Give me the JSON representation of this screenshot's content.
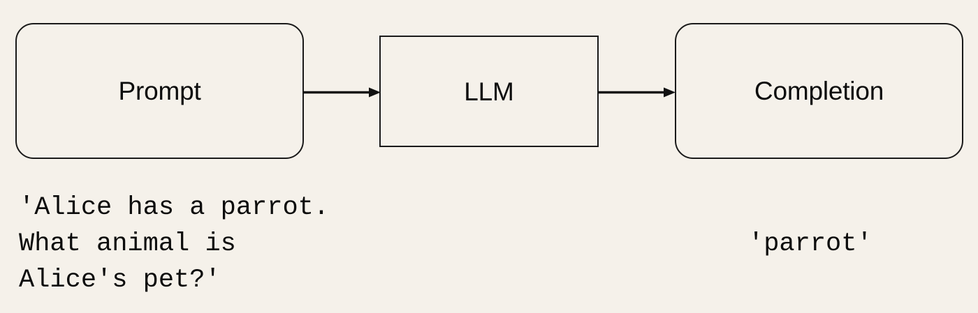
{
  "diagram": {
    "type": "flow",
    "background_color": "#f5f1ea",
    "line_color": "#1a1a1a",
    "text_color": "#0c0c0c",
    "nodes": [
      {
        "id": "prompt",
        "label": "Prompt",
        "shape": "rounded-rectangle"
      },
      {
        "id": "llm",
        "label": "LLM",
        "shape": "rectangle"
      },
      {
        "id": "completion",
        "label": "Completion",
        "shape": "rounded-rectangle"
      }
    ],
    "edges": [
      {
        "from": "prompt",
        "to": "llm",
        "style": "solid-arrow"
      },
      {
        "from": "llm",
        "to": "completion",
        "style": "solid-arrow"
      }
    ],
    "captions": {
      "prompt_example": "'Alice has a parrot.\nWhat animal is\nAlice's pet?'",
      "completion_example": "'parrot'"
    }
  }
}
